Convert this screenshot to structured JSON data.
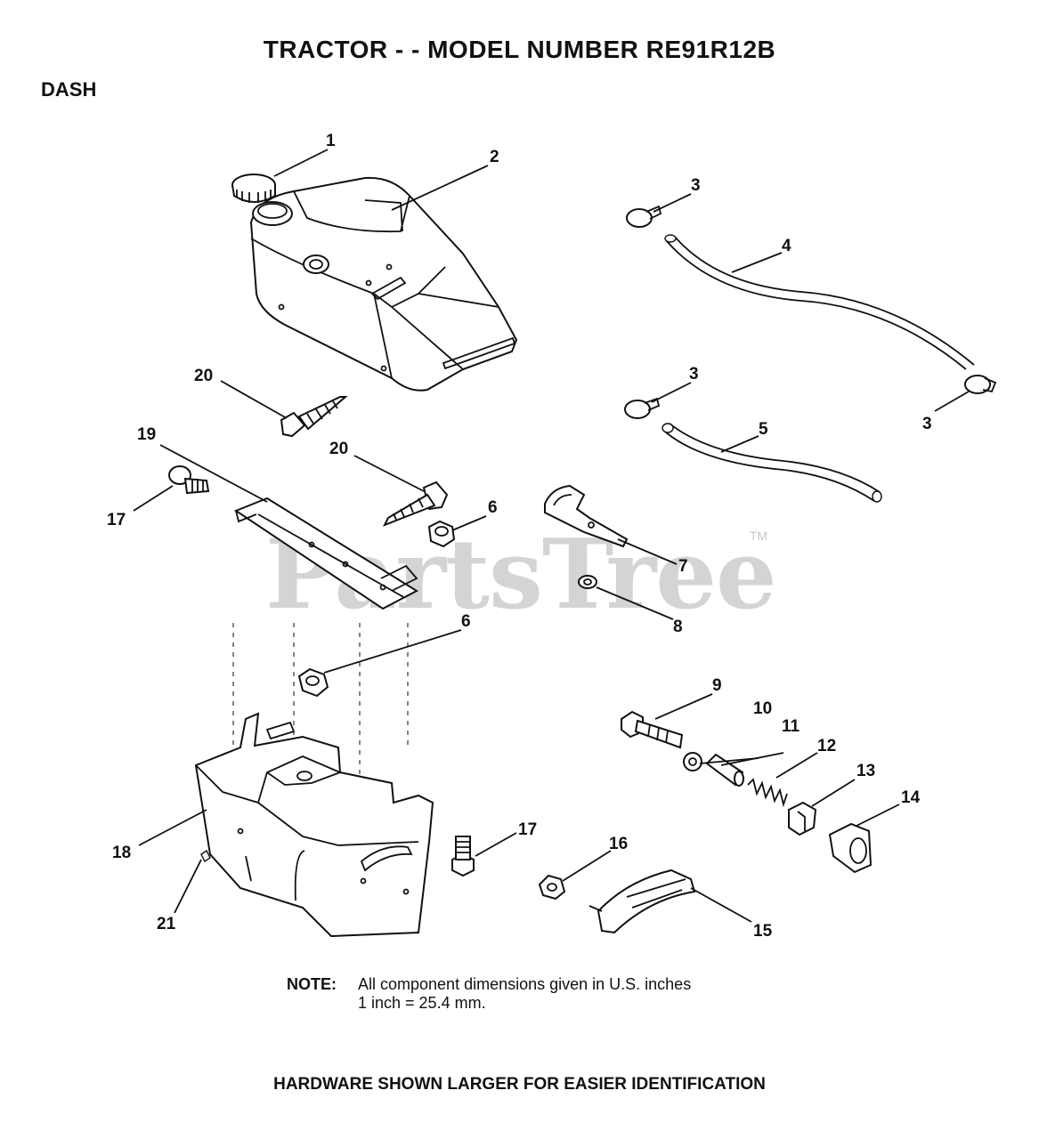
{
  "header": {
    "title": "TRACTOR - - MODEL NUMBER RE91R12B",
    "section": "DASH"
  },
  "watermark": {
    "text": "PartsTree",
    "tm": "TM"
  },
  "callouts": [
    "1",
    "2",
    "3",
    "3",
    "3",
    "4",
    "5",
    "6",
    "6",
    "7",
    "8",
    "9",
    "10",
    "11",
    "12",
    "13",
    "14",
    "15",
    "16",
    "17",
    "17",
    "18",
    "19",
    "20",
    "20",
    "21"
  ],
  "note": {
    "label": "NOTE:",
    "line1": "All component dimensions given in U.S. inches",
    "line2": "1 inch = 25.4 mm."
  },
  "footer": {
    "text": "HARDWARE SHOWN LARGER FOR EASIER IDENTIFICATION"
  },
  "colors": {
    "ink": "#111111",
    "watermark": "#d4d4d4"
  }
}
